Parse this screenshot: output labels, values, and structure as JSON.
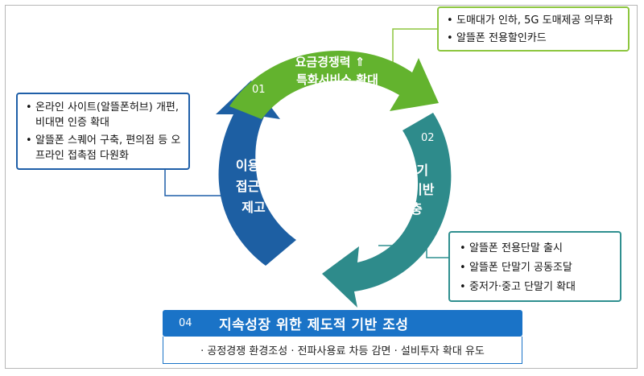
{
  "segments": [
    {
      "number": "01",
      "title_line1": "요금경쟁력 ⇑",
      "title_line2": "특화서비스 확대",
      "color": "#63b32e",
      "details": [
        "도매대가 인하, 5G 도매제공 의무화",
        "알뜰폰 전용할인카드"
      ]
    },
    {
      "number": "02",
      "title_line1": "단말기",
      "title_line2": "공급기반",
      "title_line3": "확충",
      "color": "#2e8b8b",
      "details": [
        "알뜰폰 전용단말 출시",
        "알뜰폰 단말기 공동조달",
        "중저가·중고 단말기 확대"
      ]
    },
    {
      "number": "03",
      "title_line1": "이용자",
      "title_line2": "접근성",
      "title_line3": "제고",
      "color": "#1d5fa3",
      "details": [
        "온라인 사이트(알뜰폰허브) 개편, 비대면 인증 확대",
        "알뜰폰 스퀘어 구축, 편의점 등 오프라인 접촉점 다원화"
      ]
    }
  ],
  "base": {
    "number": "04",
    "title": "지속성장 위한 제도적 기반 조성",
    "detail": "· 공정경쟁 환경조성 · 전파사용료 차등 감면 · 설비투자 확대 유도",
    "color": "#1a73c7"
  }
}
